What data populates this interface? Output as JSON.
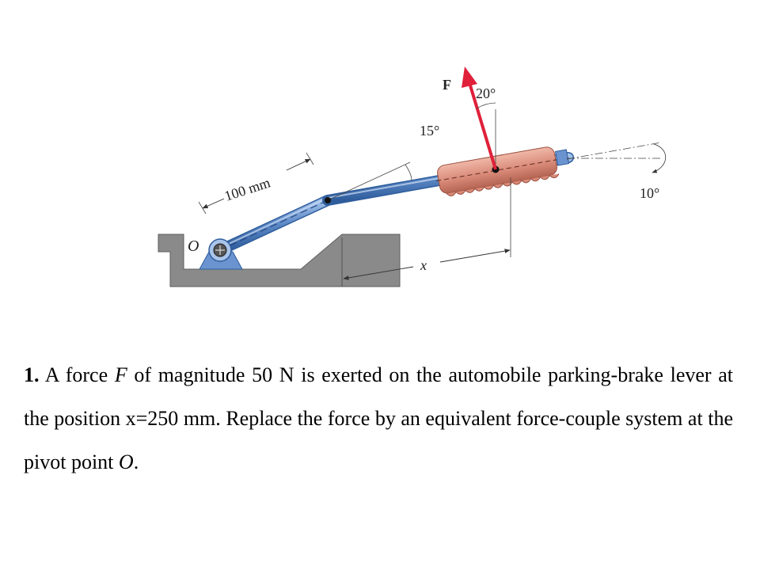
{
  "figure": {
    "labels": {
      "force": "F",
      "force_angle": "20°",
      "lever_angle": "15°",
      "grip_angle": "10°",
      "length": "100 mm",
      "pivot": "O",
      "position": "x"
    },
    "colors": {
      "force_arrow": "#e0203a",
      "lever": "#5a86c4",
      "grip": "#d98a78",
      "ground": "#8a8a8a",
      "bracket": "#6a93d0"
    }
  },
  "problem": {
    "number": "1.",
    "t1": " A force ",
    "force_symbol": "F",
    "t2": " of magnitude 50 N is exerted on the automobile parking-brake lever at the position x=250 mm. Replace the force by an equivalent force-couple system at the pivot point ",
    "point_symbol": "O",
    "t3": "."
  }
}
